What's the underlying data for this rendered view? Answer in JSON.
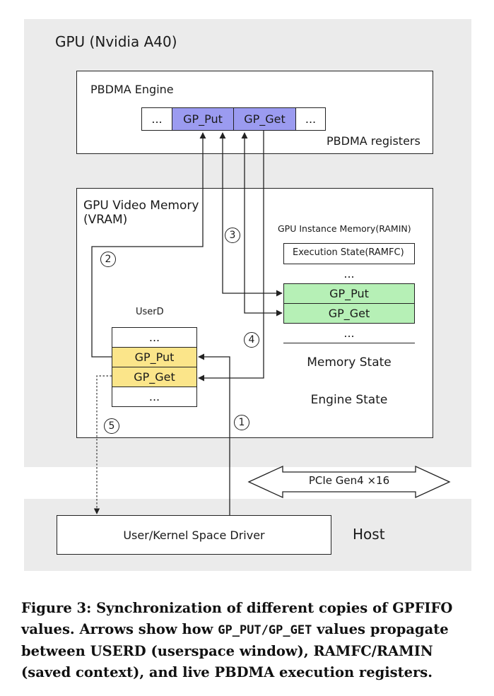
{
  "gpu": {
    "title": "GPU (Nvidia A40)",
    "pbdma": {
      "title": "PBDMA Engine",
      "registers_label": "PBDMA registers",
      "cells": [
        "...",
        "GP_Put",
        "GP_Get",
        "..."
      ]
    },
    "vram": {
      "title_line1": "GPU Video Memory",
      "title_line2": "(VRAM)",
      "userd": {
        "title": "UserD",
        "cells": [
          "...",
          "GP_Put",
          "GP_Get",
          "..."
        ]
      },
      "ramin": {
        "title": "GPU Instance Memory(RAMIN)",
        "header": "Execution State(RAMFC)",
        "cells": [
          "...",
          "GP_Put",
          "GP_Get",
          "..."
        ],
        "memory_state": "Memory State",
        "engine_state": "Engine State"
      }
    }
  },
  "link": {
    "label": "PCIe Gen4 ×16"
  },
  "host": {
    "title": "Host",
    "driver": "User/Kernel Space Driver"
  },
  "steps": [
    "1",
    "2",
    "3",
    "4",
    "5"
  ],
  "caption": {
    "part1": "Figure 3: Synchronization of different copies of GPFIFO values. Arrows show how ",
    "code": "GP_PUT/GP_GET",
    "part2": " values propagate between USERD (userspace window), RAMFC/RAMIN (saved context), and live PBDMA execution registers."
  },
  "colors": {
    "pbdma_highlight": "#9b9bf0",
    "ramfc_highlight": "#b6f0b6",
    "userd_highlight": "#fbe58a",
    "panel": "#ebebeb"
  }
}
